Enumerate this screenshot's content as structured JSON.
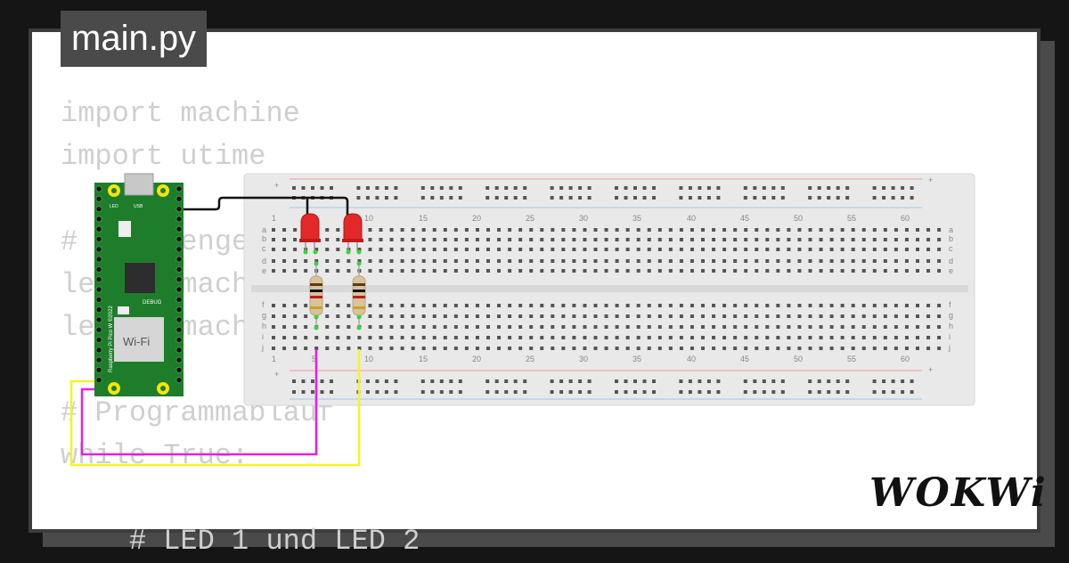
{
  "tab_title": "main.py",
  "code_lines": [
    "import machine",
    "import utime",
    "",
    "# Ausgaenge",
    "led1 = machine",
    "led2 = machine",
    "",
    "# Programmablauf",
    "while True:",
    "",
    "    # LED 1 und LED 2"
  ],
  "brand": "WOKWi",
  "board": {
    "name": "Raspberry Pi Pico W ©2022",
    "wifi_label": "Wi-Fi",
    "debug_label": "DEBUG",
    "led_label": "LED",
    "usb_label": "USB"
  },
  "breadboard": {
    "column_numbers": [
      "1",
      "5",
      "10",
      "15",
      "20",
      "25",
      "30",
      "35",
      "40",
      "45",
      "50",
      "55",
      "60"
    ],
    "rows_top": [
      "a",
      "b",
      "c",
      "d",
      "e"
    ],
    "rows_bottom": [
      "f",
      "g",
      "h",
      "i",
      "j"
    ],
    "rail_plus": "+",
    "rail_minus": "-"
  },
  "colors": {
    "wire_black": "#111111",
    "wire_magenta": "#e71ee7",
    "wire_yellow": "#f5f51e",
    "led_red": "#e22828",
    "board_green": "#1e7d2a"
  }
}
